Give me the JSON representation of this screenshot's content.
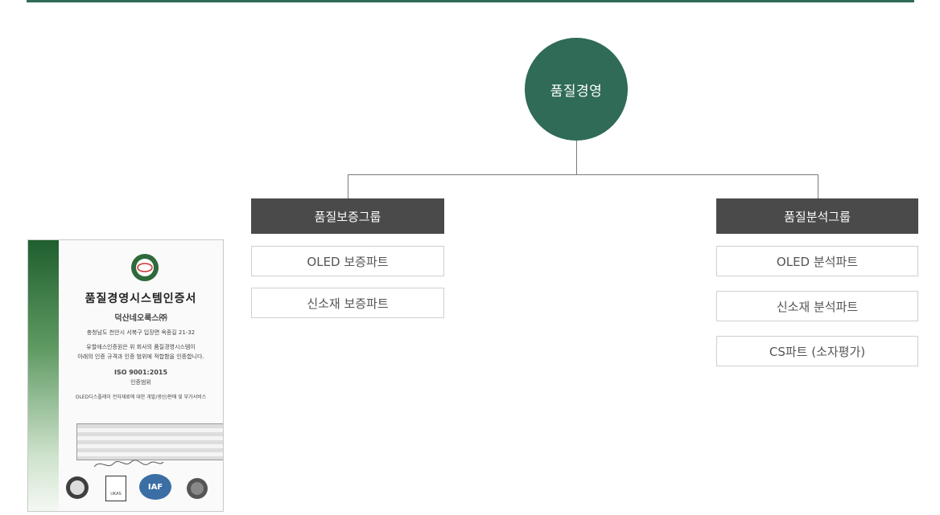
{
  "root": {
    "label": "품질경영"
  },
  "groups": [
    {
      "label": "품질보증그룹",
      "parts": [
        "OLED 보증파트",
        "신소재 보증파트"
      ]
    },
    {
      "label": "품질분석그룹",
      "parts": [
        "OLED 분석파트",
        "신소재 분석파트",
        "CS파트 (소자평가)"
      ]
    }
  ],
  "certificate": {
    "title": "품질경영시스템인증서",
    "company": "덕산네오룩스㈜",
    "address": "충청남도 천안시 서북구 입장면 옥종길 21-32",
    "statement_1": "유할에스인증원은 위 회사의 품질경영시스템이",
    "statement_2": "아래의 인증 규격과 인증 범위에 적합함을 인증합니다.",
    "standard": "ISO 9001:2015",
    "scope_label": "인증범위",
    "scope": "OLED디스플레이 전자재료에 대한 개발/생산/판매 및 부가서비스",
    "badge_iaf": "IAF",
    "badge_ukas": "UKAS"
  },
  "colors": {
    "accent": "#2f6b57",
    "header_bg": "#4a4a4a"
  }
}
